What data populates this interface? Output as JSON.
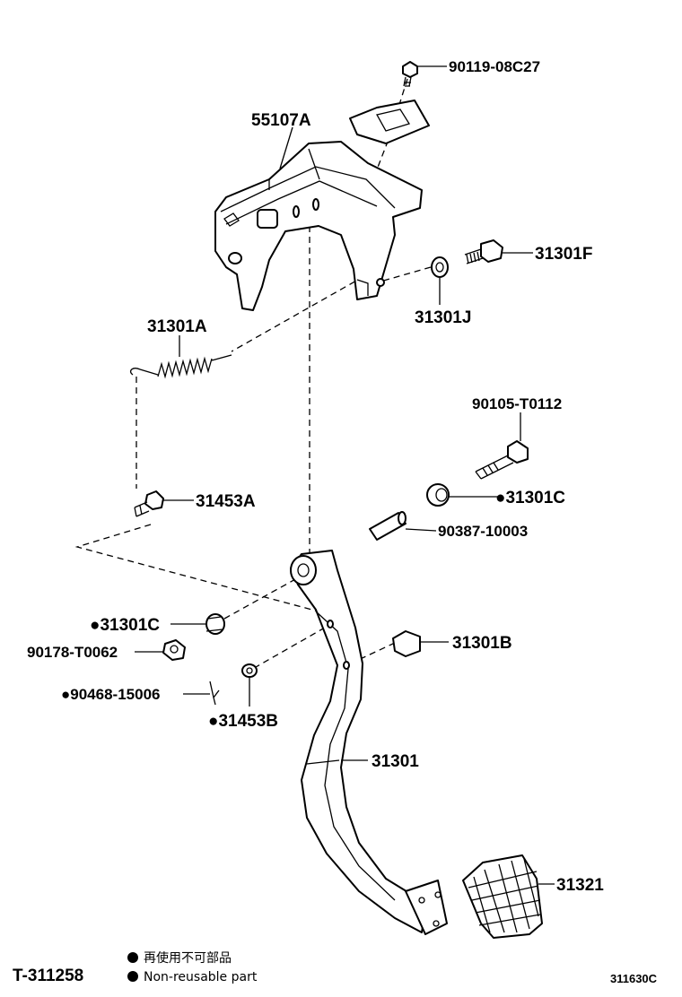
{
  "parts": {
    "bolt_top": "90119-08C27",
    "bracket": "55107A",
    "bolt_right": "31301F",
    "bushing_j": "31301J",
    "spring": "31301A",
    "bolt_pivot": "90105-T0112",
    "stud": "31453A",
    "collar_right": "●31301C",
    "pipe": "90387-10003",
    "collar_left": "●31301C",
    "nut": "90178-T0062",
    "cushion": "31301B",
    "pin": "●90468-15006",
    "clip": "●31453B",
    "pedal_arm": "31301",
    "pedal_pad": "31321"
  },
  "legend": {
    "line_jp": "再使用不可部品",
    "line_en": "Non-reusable part"
  },
  "footer": {
    "figure_id": "T-311258",
    "catalog_code": "311630C"
  }
}
